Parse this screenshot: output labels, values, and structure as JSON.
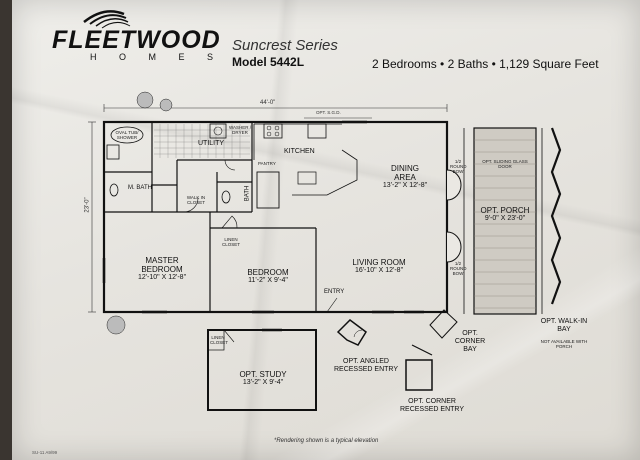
{
  "header": {
    "brand": "FLEETWOOD",
    "brand_sub": "H O M E S",
    "series": "Suncrest Series",
    "model": "Model 5442L",
    "specs": "2 Bedrooms • 2 Baths • 1,129 Square Feet"
  },
  "dimensions": {
    "width": "44'-0\"",
    "depth": "23'-0\"",
    "opt_pad": "OPT. S.G.D."
  },
  "rooms": {
    "oval_tub": "OVAL TUB/ SHOWER",
    "utility": "UTILITY",
    "washer_dryer": "WASHER / DRYER",
    "kitchen": "KITCHEN",
    "pantry": "PANTRY",
    "m_bath": "M. BATH",
    "bath": "BATH",
    "walk_in_closet": "WALK IN CLOSET",
    "dining_name": "DINING AREA",
    "dining_size": "13'-2\" X 12'-8\"",
    "master_name": "MASTER BEDROOM",
    "master_size": "12'-10\" X 12'-8\"",
    "bedroom_name": "BEDROOM",
    "bedroom_size": "11'-2\" X 9'-4\"",
    "living_name": "LIVING ROOM",
    "living_size": "16'-10\" X 12'-8\"",
    "entry": "ENTRY",
    "study_name": "OPT. STUDY",
    "study_size": "13'-2\" X 9'-4\"",
    "linen_closet": "LINEN CLOSET",
    "linen_study": "LINEN CLOSET",
    "bay_window_1": "1/2 ROUND BOW",
    "bay_window_2": "1/2 ROUND BOW"
  },
  "options": {
    "sliding_door": "OPT. SLIDING GLASS DOOR",
    "porch_name": "OPT. PORCH",
    "porch_size": "9'-0\" X 23'-0\"",
    "walk_in_bay": "OPT. WALK-IN BAY",
    "walk_in_bay_note": "NOT AVAILABLE WITH PORCH",
    "corner_bay": "OPT. CORNER BAY",
    "angled_entry": "OPT. ANGLED RECESSED ENTRY",
    "corner_entry": "OPT. CORNER RECESSED ENTRY"
  },
  "footer": {
    "note": "*Rendering shown is a typical elevation",
    "code": "SU-11 A9/99"
  }
}
